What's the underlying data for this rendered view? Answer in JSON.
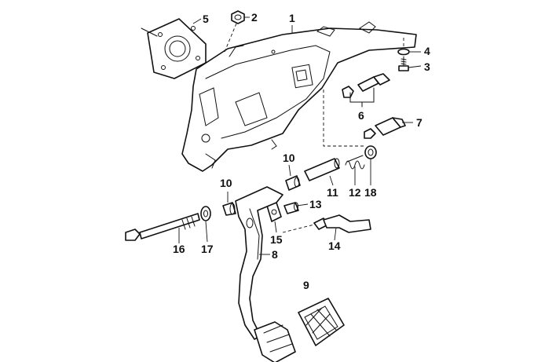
{
  "diagram": {
    "labels": {
      "p1": "1",
      "p2": "2",
      "p3": "3",
      "p4": "4",
      "p5": "5",
      "p6": "6",
      "p7": "7",
      "p8": "8",
      "p9": "9",
      "p10a": "10",
      "p10b": "10",
      "p11": "11",
      "p12": "12",
      "p13": "13",
      "p14": "14",
      "p15": "15",
      "p16": "16",
      "p17": "17",
      "p18": "18"
    }
  }
}
